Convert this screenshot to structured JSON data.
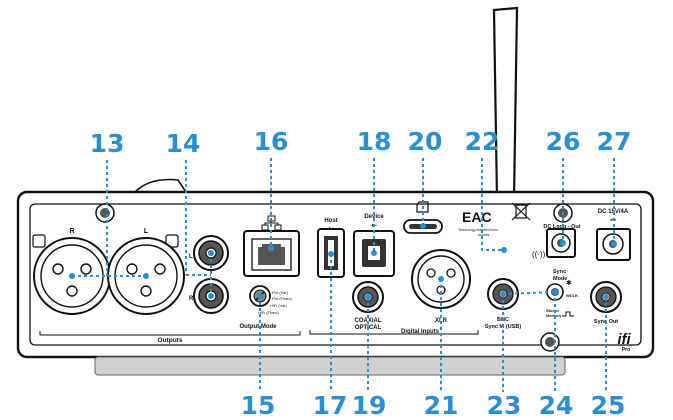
{
  "callouts_top": [
    "13",
    "14",
    "16",
    "18",
    "20",
    "22",
    "26",
    "27"
  ],
  "callouts_bottom": [
    "15",
    "17",
    "19",
    "21",
    "23",
    "24",
    "25"
  ],
  "panel_labels": {
    "xlr_r": "R",
    "xlr_l": "L",
    "rca_l": "L",
    "rca_r": "R",
    "outputs": "Outputs",
    "output_mode": "Output Mode",
    "mode_opt1": "Pro (Var)",
    "mode_opt2": "Pro (Fixed)",
    "mode_opt3": "HiFi (Var)",
    "mode_opt4": "HiFi (Fixed)",
    "host": "Host",
    "device": "Device",
    "coaxial": "COAXIAL",
    "optical": "OPTICAL",
    "digital_inputs": "Digital Inputs",
    "xlr": "XLR",
    "sync_mode": "Sync",
    "sync_mode2": "Mode",
    "bnc": "BNC",
    "sync_in": "Sync In (USB)",
    "wclk": "WCLK",
    "stored_memory": "Stored",
    "stored_memory2": "Memory",
    "dc_loop_out": "DC Loop - Out",
    "dc_in": "DC 15V/4A",
    "sync_out": "Sync Out",
    "brand": "ifi",
    "brand_sub": "Pro",
    "compliance": "Technology licensed from",
    "compliance2": "Access"
  },
  "colors": {
    "callout": "#2a8fd0",
    "ink": "#111111",
    "device_gray": "#c8c8c8"
  }
}
